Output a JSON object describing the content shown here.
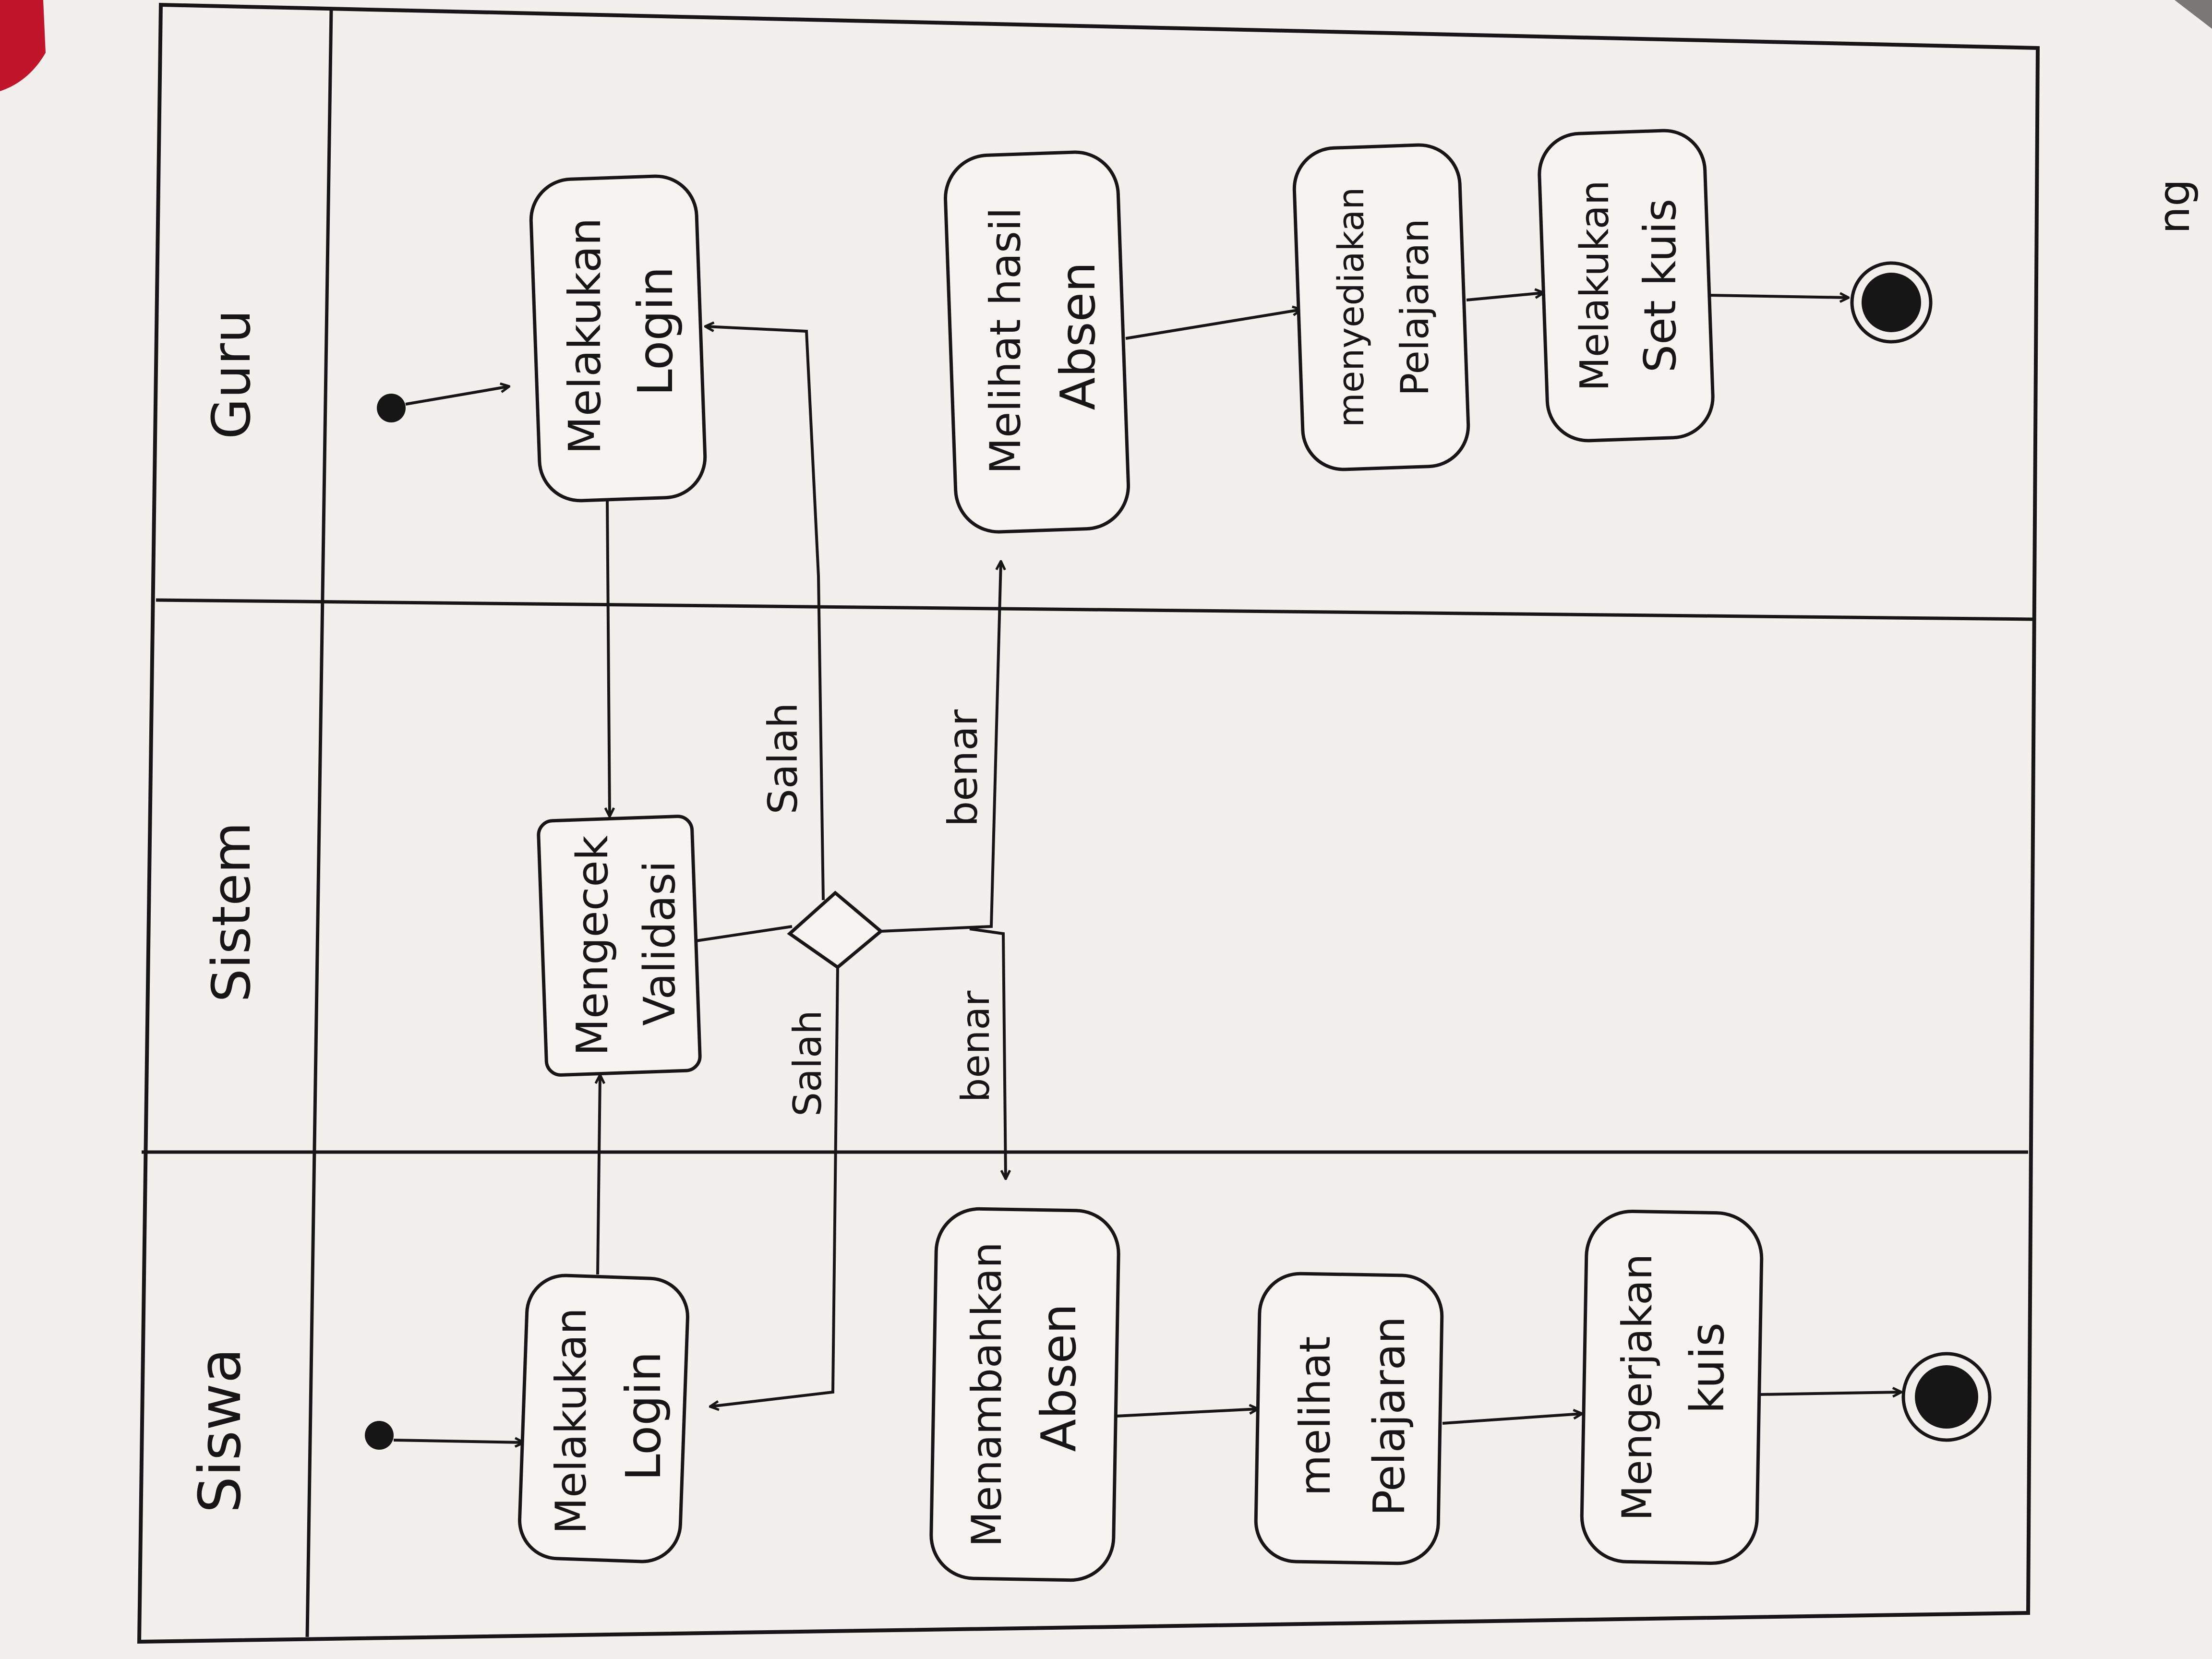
{
  "diagram": {
    "type": "activity-diagram-swimlanes",
    "lanes": [
      {
        "id": "guru",
        "label": "Guru"
      },
      {
        "id": "sistem",
        "label": "Sistem"
      },
      {
        "id": "siswa",
        "label": "Siswa"
      }
    ],
    "nodes": {
      "guru_login": {
        "line1": "Melakukan",
        "line2": "Login"
      },
      "guru_lihat_absen": {
        "line1": "Melihat hasil",
        "line2": "Absen"
      },
      "guru_sediakan": {
        "line1": "menyediakan",
        "line2": "Pelajaran"
      },
      "guru_kuis": {
        "line1": "Melakukan",
        "line2": "Set kuis"
      },
      "sistem_validasi": {
        "line1": "Mengecek",
        "line2": "Validasi"
      },
      "siswa_login": {
        "line1": "Melakukan",
        "line2": "Login"
      },
      "siswa_absen": {
        "line1": "Menambahkan",
        "line2": "Absen"
      },
      "siswa_lihat": {
        "line1": "melihat",
        "line2": "Pelajaran"
      },
      "siswa_kuis": {
        "line1": "Mengerjakan",
        "line2": "kuis"
      }
    },
    "guards": {
      "guru_salah": "Salah",
      "guru_benar": "benar",
      "siswa_salah": "Salah",
      "siswa_benar": "benar"
    },
    "corner_mark": "ng"
  },
  "colors": {
    "paper": "#f3f2ee",
    "ink": "#161616",
    "background": "#3b3a37"
  }
}
